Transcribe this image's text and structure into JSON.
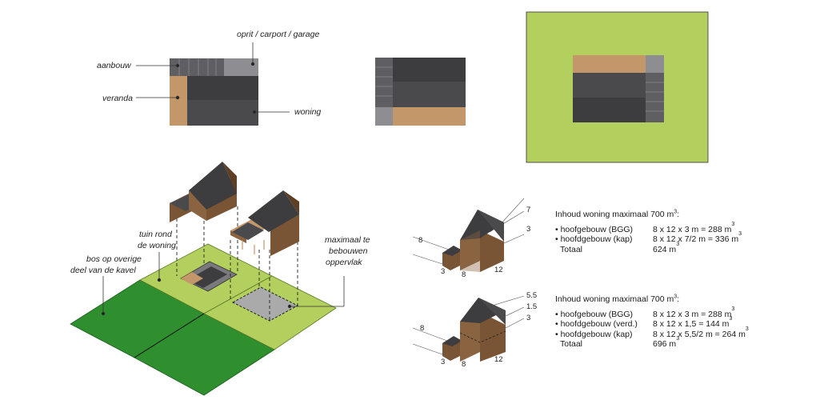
{
  "colors": {
    "roof": "#3d3d3f",
    "roof_light": "#4a4a4c",
    "wall": "#8a6440",
    "wall_dark": "#6b4a2c",
    "veranda": "#c4976a",
    "annex": "#6a6a6e",
    "driveway": "#8e8e92",
    "garden": "#b3cf5e",
    "forest": "#2f8f2f",
    "leader": "#333333"
  },
  "plan_labels": {
    "oprit": "oprit / carport / garage",
    "aanbouw": "aanbouw",
    "veranda": "veranda",
    "woning": "woning"
  },
  "iso_labels": {
    "tuin": [
      "tuin rond",
      "de woning"
    ],
    "bos": [
      "bos op overige",
      "deel van de kavel"
    ],
    "maximaal": [
      "maximaal te",
      "bebouwen",
      "oppervlak"
    ]
  },
  "house1_dims": {
    "d1": "8",
    "d2": "3",
    "d3": "8",
    "d4": "12",
    "d5": "7",
    "d6": "3"
  },
  "house2_dims": {
    "d1": "8",
    "d2": "3",
    "d3": "8",
    "d4": "12",
    "d5": "5.5",
    "d6": "1.5",
    "d7": "3"
  },
  "calc1": {
    "title": "Inhoud woning maximaal 700 m",
    "rows": [
      {
        "label": "• hoofgebouw (BGG)",
        "formula": "8 x 12 x 3 m = 288 m"
      },
      {
        "label": "• hoofdgebouw (kap)",
        "formula": "8 x 12 x 7/2 m = 336 m"
      },
      {
        "label": "Totaal",
        "formula": "624 m"
      }
    ]
  },
  "calc2": {
    "title": "Inhoud woning maximaal 700 m",
    "rows": [
      {
        "label": "• hoofgebouw (BGG)",
        "formula": "8 x 12 x 3 m = 288 m"
      },
      {
        "label": "• hoofdgebouw (verd.)",
        "formula": "8 x 12 x 1,5 = 144 m"
      },
      {
        "label": "• hoofdgebouw (kap)",
        "formula": "8 x 12 x 5,5/2 m = 264 m"
      },
      {
        "label": "Totaal",
        "formula": "696 m"
      }
    ]
  },
  "unit_sup": "3"
}
